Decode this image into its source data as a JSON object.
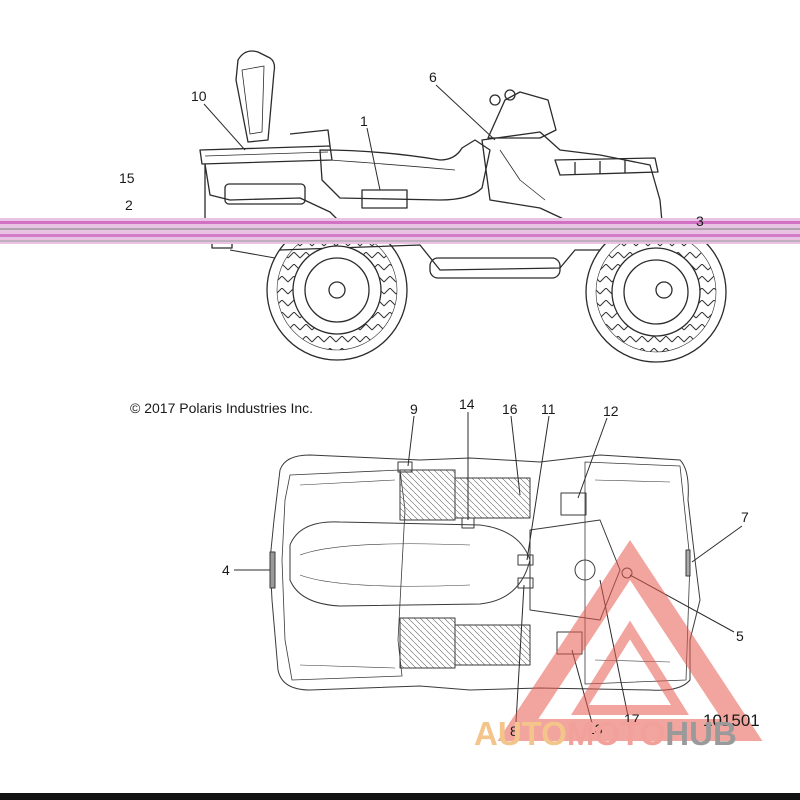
{
  "copyright": "© 2017 Polaris Industries Inc.",
  "doc_number": "101501",
  "watermark": {
    "part1": "AUTO",
    "part2": "MOTO",
    "part3": "HUB",
    "color1": "#f3c58a",
    "color2": "#f2a19a",
    "color3": "#9a9a9a"
  },
  "callouts": {
    "c1": "1",
    "c2": "2",
    "c3": "3",
    "c4": "4",
    "c5": "5",
    "c6": "6",
    "c7": "7",
    "c8": "8",
    "c9": "9",
    "c10": "10",
    "c11": "11",
    "c12": "12",
    "c13": "13",
    "c14": "14",
    "c15": "15",
    "c16": "16",
    "c17": "17"
  },
  "colors": {
    "line": "#2b2b2b",
    "noise_band": "#c54fb8",
    "watermark_triangle": "#e85a4f"
  }
}
